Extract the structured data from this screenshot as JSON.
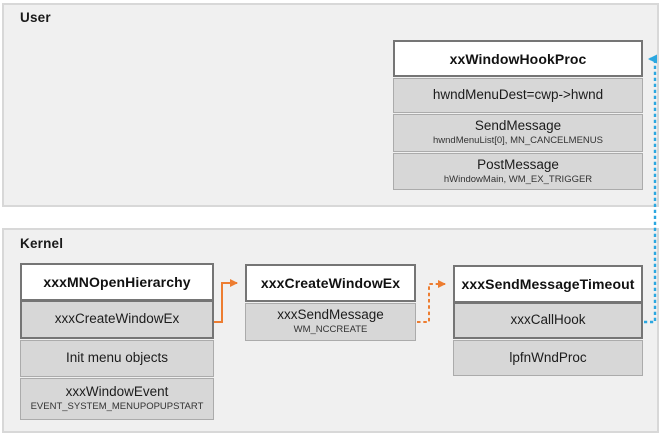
{
  "panels": {
    "user": {
      "label": "User"
    },
    "kernel": {
      "label": "Kernel"
    }
  },
  "boxes": {
    "hook": {
      "title": "xxWindowHookProc",
      "cells": [
        {
          "main": "hwndMenuDest=cwp->hwnd"
        },
        {
          "main": "SendMessage",
          "sub": "hwndMenuList[0], MN_CANCELMENUS"
        },
        {
          "main": "PostMessage",
          "sub": "hWindowMain, WM_EX_TRIGGER"
        }
      ]
    },
    "mno": {
      "title": "xxxMNOpenHierarchy",
      "cells": [
        {
          "main": "xxxCreateWindowEx"
        },
        {
          "main": "Init menu objects"
        },
        {
          "main": "xxxWindowEvent",
          "sub": "EVENT_SYSTEM_MENUPOPUPSTART"
        }
      ]
    },
    "cwe": {
      "title": "xxxCreateWindowEx",
      "cells": [
        {
          "main": "xxxSendMessage",
          "sub": "WM_NCCREATE"
        }
      ]
    },
    "smt": {
      "title": "xxxSendMessageTimeout",
      "cells": [
        {
          "main": "xxxCallHook"
        },
        {
          "main": "lpfnWndProc"
        }
      ]
    }
  },
  "arrows": [
    {
      "from": "mno.xxxCreateWindowEx",
      "to": "cwe.title",
      "style": "solid",
      "color": "#ED7D31"
    },
    {
      "from": "cwe.xxxSendMessage",
      "to": "smt.title",
      "style": "dashed",
      "color": "#ED7D31"
    },
    {
      "from": "smt.xxxCallHook",
      "to": "hook.title",
      "style": "dashed",
      "color": "#2BA7E0"
    }
  ],
  "colors": {
    "arrow_orange": "#ED7D31",
    "arrow_blue": "#2BA7E0",
    "panel_bg": "#f0f0f0",
    "cell_bg": "#d7d7d7",
    "dark_border": "#757575"
  }
}
